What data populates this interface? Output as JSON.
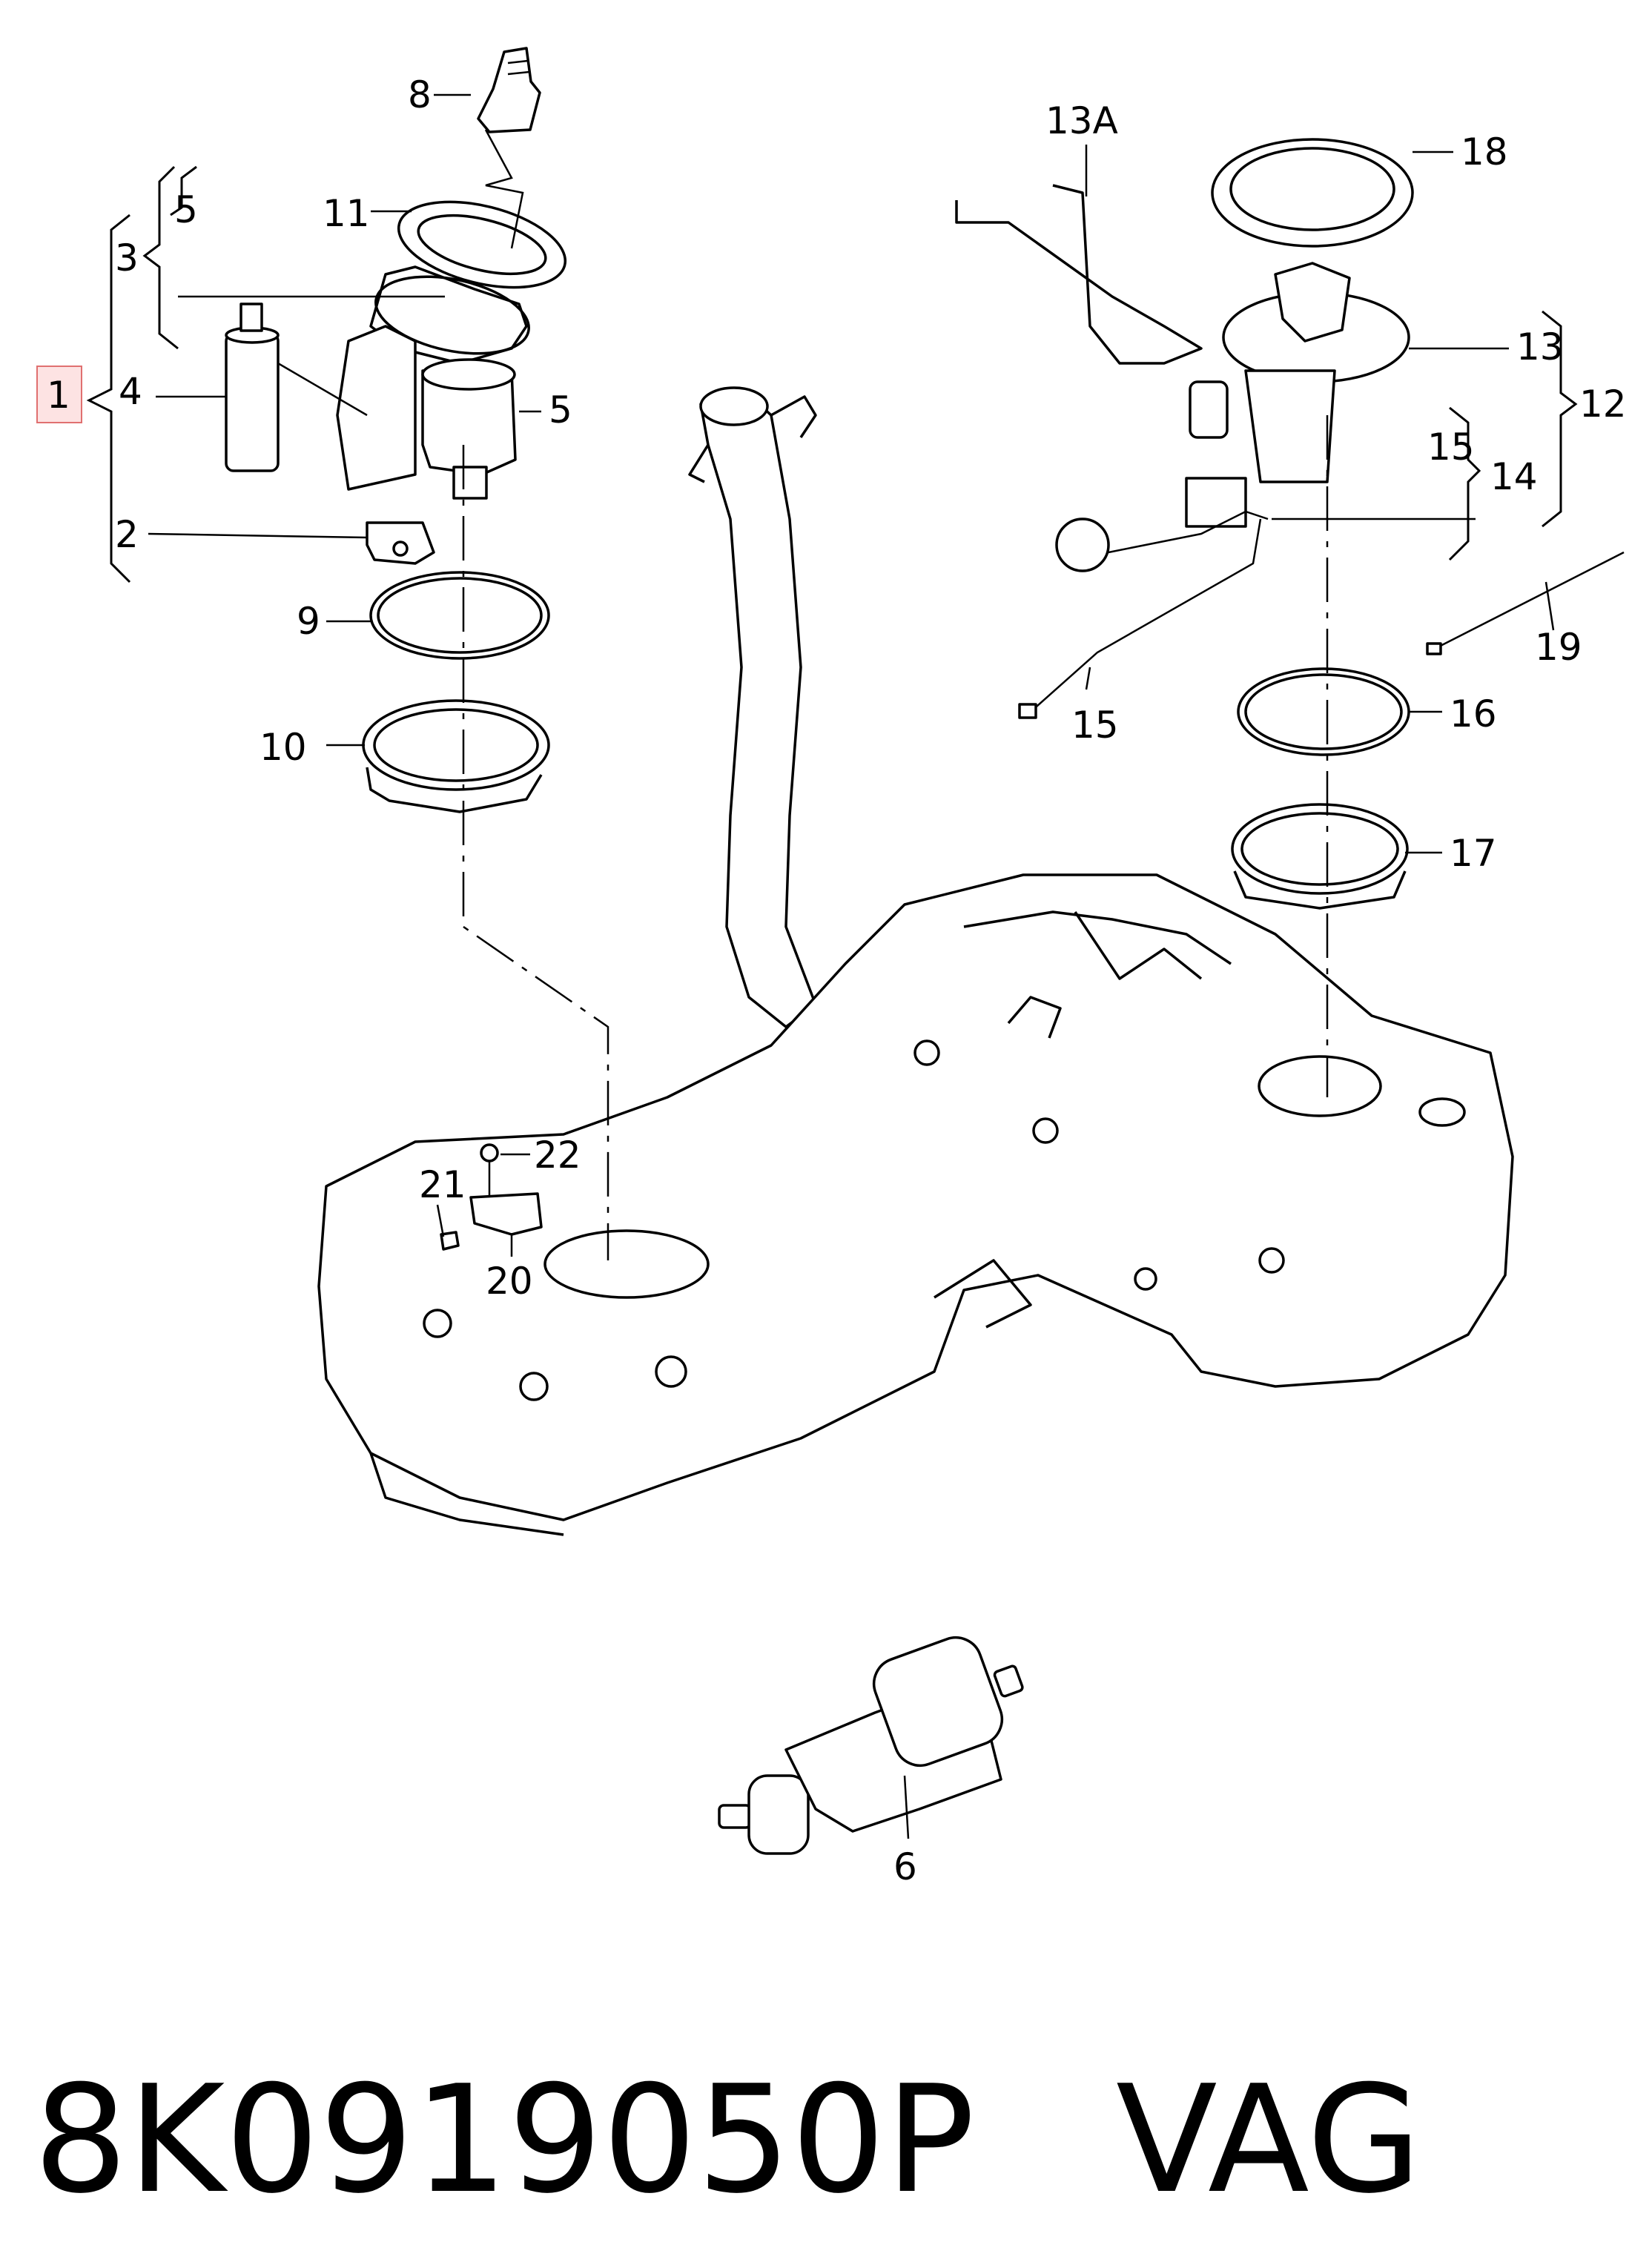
{
  "diagram": {
    "labels": {
      "p1": "1",
      "p2": "2",
      "p3": "3",
      "p4": "4",
      "p5a": "5",
      "p5b": "5",
      "p6": "6",
      "p8": "8",
      "p9": "9",
      "p10": "10",
      "p11": "11",
      "p12": "12",
      "p13": "13",
      "p13a": "13A",
      "p14": "14",
      "p15a": "15",
      "p15b": "15",
      "p16": "16",
      "p17": "17",
      "p18": "18",
      "p19": "19",
      "p20": "20",
      "p21": "21",
      "p22": "22"
    },
    "highlighted_label": "1",
    "highlight_color": "#fde3e3"
  },
  "footer": {
    "part_number": "8K0919050P",
    "brand": "VAG"
  }
}
